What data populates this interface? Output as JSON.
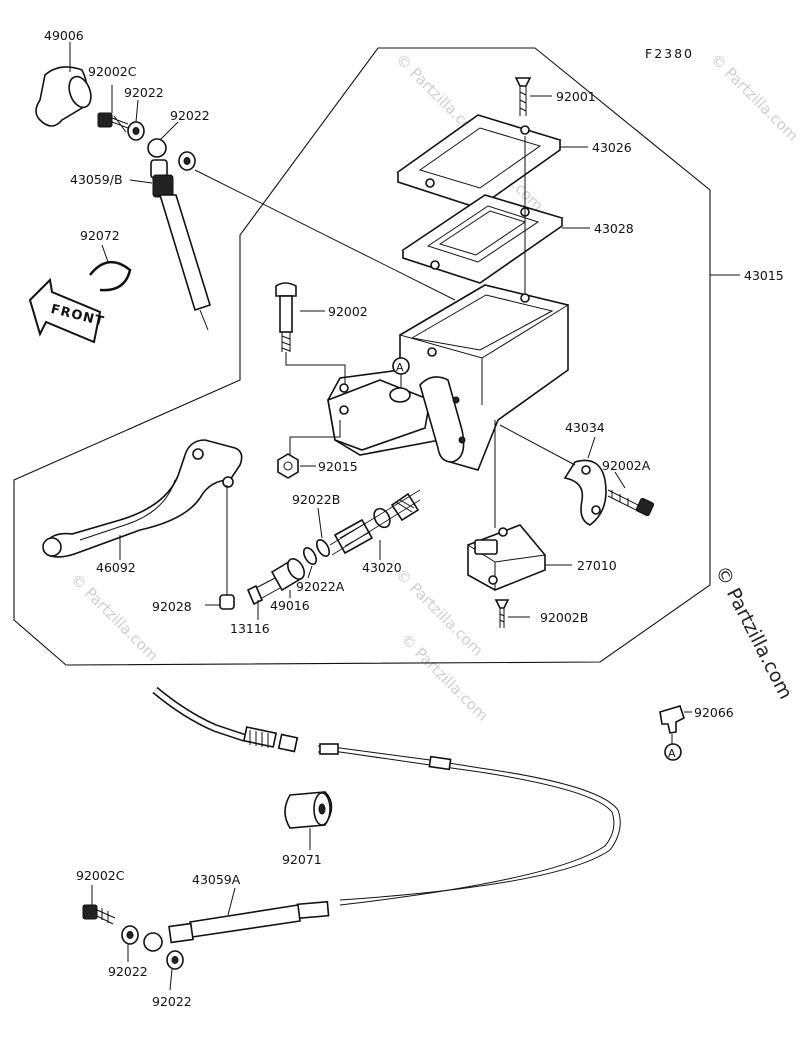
{
  "diagram_code": "F2380",
  "watermark": "© Partzilla.com",
  "callout_letter": "A",
  "front_label": "FRONT",
  "labels": {
    "p49006": "49006",
    "p92002C_top": "92002C",
    "p92022_a": "92022",
    "p92022_b": "92022",
    "p43059B": "43059/B",
    "p92072": "92072",
    "p92001": "92001",
    "p43026": "43026",
    "p43028": "43028",
    "p43015": "43015",
    "p92002": "92002",
    "p92015": "92015",
    "p43034": "43034",
    "p92002A": "92002A",
    "p92022B": "92022B",
    "p46092": "46092",
    "p43020": "43020",
    "p92022A": "92022A",
    "p27010": "27010",
    "p92028": "92028",
    "p49016": "49016",
    "p13116": "13116",
    "p92002B": "92002B",
    "p92066": "92066",
    "p92071": "92071",
    "p92002C_bot": "92002C",
    "p43059A": "43059A",
    "p92022_c": "92022",
    "p92022_d": "92022"
  }
}
